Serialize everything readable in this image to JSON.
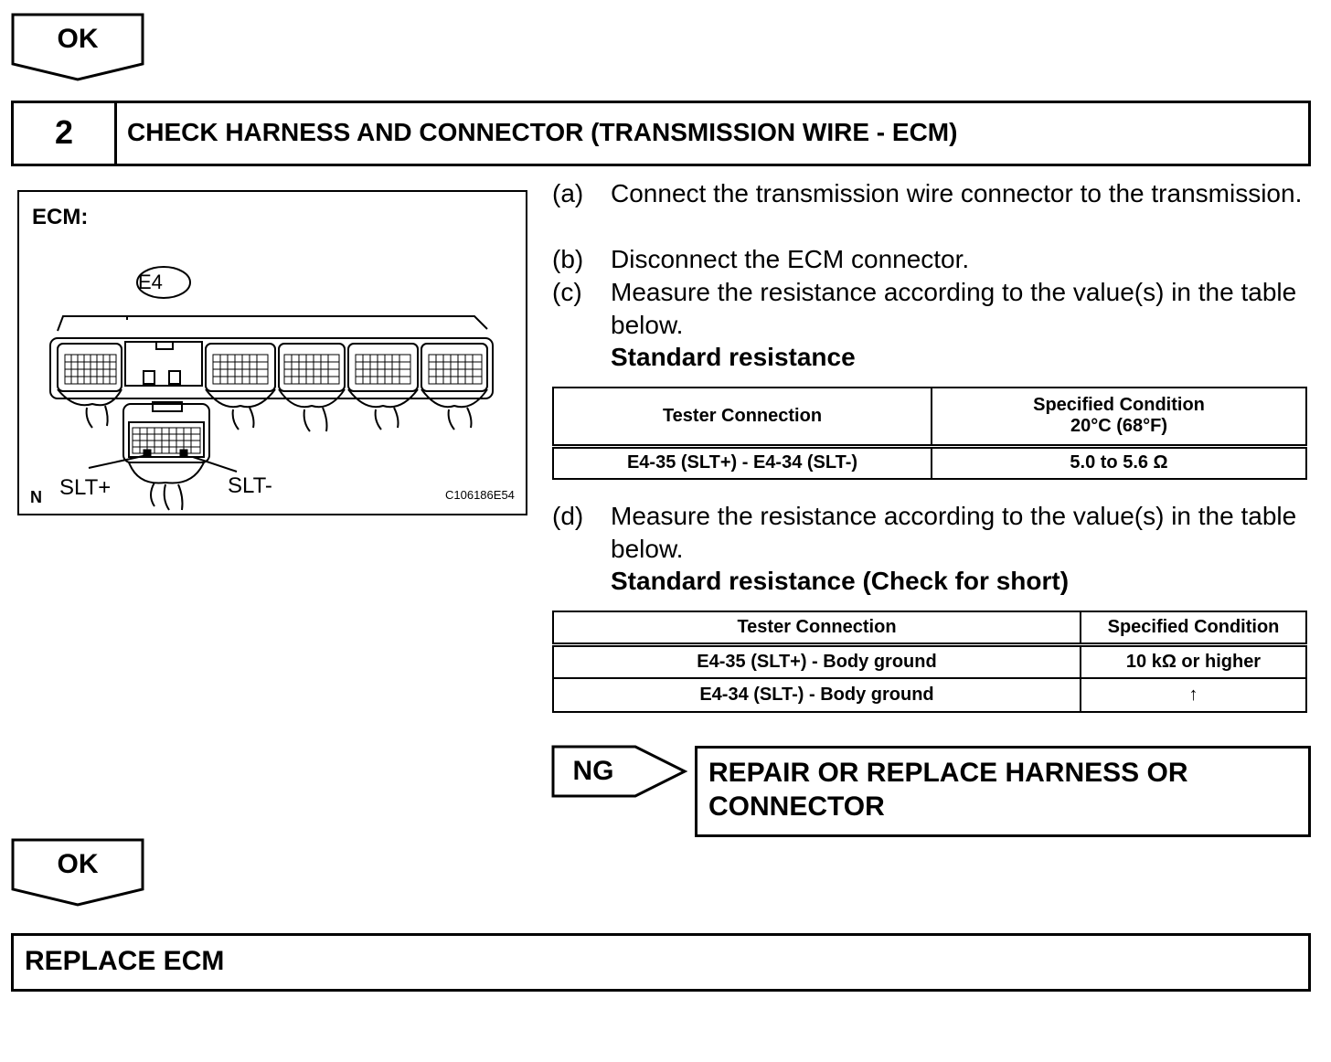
{
  "top_arrow": {
    "label": "OK"
  },
  "step": {
    "number": "2",
    "title": "CHECK HARNESS AND CONNECTOR (TRANSMISSION WIRE - ECM)"
  },
  "figure": {
    "heading": "ECM:",
    "connector_id": "E4",
    "pin_left_label": "SLT+",
    "pin_right_label": "SLT-",
    "corner_letter": "N",
    "figure_code": "C106186E54"
  },
  "instructions": [
    {
      "label": "(a)",
      "text": "Connect the transmission wire connector to the transmission."
    },
    {
      "label": "(b)",
      "text": "Disconnect the ECM connector."
    },
    {
      "label": "(c)",
      "text": "Measure the resistance according to the value(s) in the table below."
    }
  ],
  "table1": {
    "heading": "Standard resistance",
    "col1": "Tester Connection",
    "col2_line1": "Specified Condition",
    "col2_line2": "20°C (68°F)",
    "rows": [
      {
        "connection": "E4-35 (SLT+) - E4-34 (SLT-)",
        "condition": "5.0 to 5.6 Ω"
      }
    ]
  },
  "instruction_d": {
    "label": "(d)",
    "text": "Measure the resistance according to the value(s) in the table below."
  },
  "table2": {
    "heading": "Standard resistance (Check for short)",
    "col1": "Tester Connection",
    "col2": "Specified Condition",
    "rows": [
      {
        "connection": "E4-35 (SLT+) - Body ground",
        "condition": "10 kΩ or higher"
      },
      {
        "connection": "E4-34 (SLT-) - Body ground",
        "condition": "↑"
      }
    ]
  },
  "ng_arrow": {
    "label": "NG"
  },
  "ng_result": "REPAIR OR REPLACE HARNESS OR CONNECTOR",
  "bottom_arrow": {
    "label": "OK"
  },
  "final_step": "REPLACE ECM"
}
